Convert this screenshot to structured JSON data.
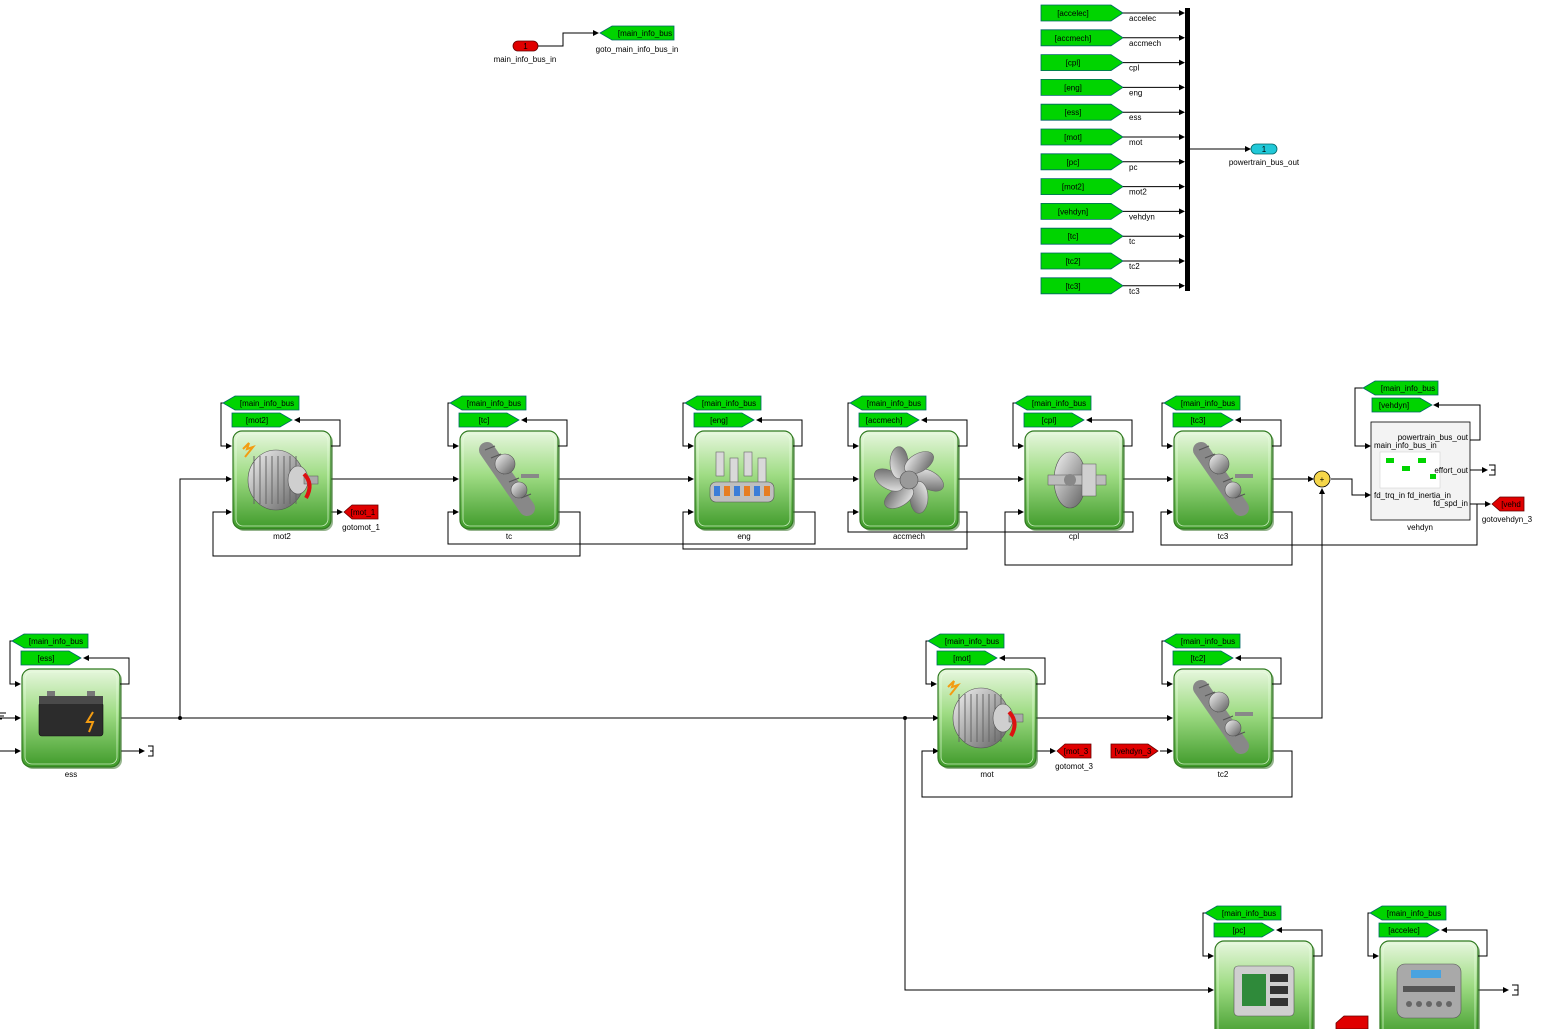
{
  "colors": {
    "goto_green": "#00d400",
    "goto_red": "#e00000",
    "inport_red": "#e00000",
    "outport_cyan": "#21c8d8",
    "block_green_light": "#b7e8a2",
    "block_green_dark": "#3f9a2a",
    "sum_yellow": "#f5d64a"
  },
  "top": {
    "inport": {
      "number": "1",
      "label": "main_info_bus_in"
    },
    "goto": {
      "tag": "[main_info_bus",
      "label": "goto_main_info_bus_in"
    },
    "bus_inputs": [
      {
        "tag": "[accelec]",
        "signal": "accelec"
      },
      {
        "tag": "[accmech]",
        "signal": "accmech"
      },
      {
        "tag": "[cpl]",
        "signal": "cpl"
      },
      {
        "tag": "[eng]",
        "signal": "eng"
      },
      {
        "tag": "[ess]",
        "signal": "ess"
      },
      {
        "tag": "[mot]",
        "signal": "mot"
      },
      {
        "tag": "[pc]",
        "signal": "pc"
      },
      {
        "tag": "[mot2]",
        "signal": "mot2"
      },
      {
        "tag": "[vehdyn]",
        "signal": "vehdyn"
      },
      {
        "tag": "[tc]",
        "signal": "tc"
      },
      {
        "tag": "[tc2]",
        "signal": "tc2"
      },
      {
        "tag": "[tc3]",
        "signal": "tc3"
      }
    ],
    "outport": {
      "number": "1",
      "label": "powertrain_bus_out"
    }
  },
  "main_bus_tag": "[main_info_bus",
  "blocks": [
    {
      "id": "mot2",
      "label": "mot2",
      "from_tag": "[mot2]",
      "icon": "electric-motor"
    },
    {
      "id": "tc",
      "label": "tc",
      "from_tag": "[tc]",
      "icon": "gearbox"
    },
    {
      "id": "eng",
      "label": "eng",
      "from_tag": "[eng]",
      "icon": "engine"
    },
    {
      "id": "accmech",
      "label": "accmech",
      "from_tag": "[accmech]",
      "icon": "fan"
    },
    {
      "id": "cpl",
      "label": "cpl",
      "from_tag": "[cpl]",
      "icon": "clutch"
    },
    {
      "id": "tc3",
      "label": "tc3",
      "from_tag": "[tc3]",
      "icon": "gearbox"
    },
    {
      "id": "ess",
      "label": "ess",
      "from_tag": "[ess]",
      "icon": "battery"
    },
    {
      "id": "mot",
      "label": "mot",
      "from_tag": "[mot]",
      "icon": "electric-motor"
    },
    {
      "id": "tc2",
      "label": "tc2",
      "from_tag": "[tc2]",
      "icon": "gearbox"
    },
    {
      "id": "pc",
      "label": "",
      "from_tag": "[pc]",
      "icon": "controller"
    },
    {
      "id": "accelec",
      "label": "",
      "from_tag": "[accelec]",
      "icon": "radio"
    }
  ],
  "vehdyn": {
    "label": "vehdyn",
    "from_tag": "[vehdyn]",
    "ports_in": [
      "main_info_bus_in",
      "fd_trq_in fd_inertia_in"
    ],
    "ports_out": [
      "powertrain_bus_out",
      "effort_out",
      "fd_spd_in"
    ]
  },
  "goto_red": [
    {
      "tag": "[mot_1",
      "label": "gotomot_1"
    },
    {
      "tag": "[mot_3",
      "label": "gotomot_3"
    },
    {
      "tag": "[vehdyn_3",
      "label": ""
    },
    {
      "tag": "[vehd",
      "label": "gotovehdyn_3"
    }
  ]
}
